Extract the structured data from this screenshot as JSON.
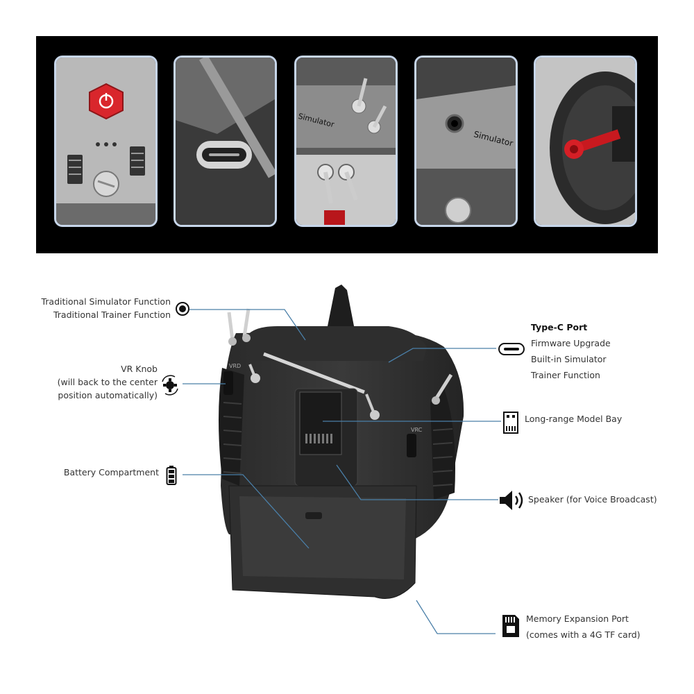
{
  "banner": {
    "tiles": [
      {
        "name": "power-button-tile",
        "label": ""
      },
      {
        "name": "type-c-port-tile",
        "label": ""
      },
      {
        "name": "switches-tile",
        "label": "Simulator"
      },
      {
        "name": "simulator-jack-tile",
        "label": "Simulator"
      },
      {
        "name": "gimbal-tile",
        "label": ""
      }
    ]
  },
  "callouts": {
    "left": [
      {
        "name": "simulator-trainer",
        "lines": [
          "Traditional Simulator Function",
          "Traditional Trainer Function"
        ],
        "icon": "audio-jack-icon"
      },
      {
        "name": "vr-knob",
        "lines": [
          "VR Knob",
          "(will back to the center",
          "position automatically)"
        ],
        "icon": "rotate-knob-icon"
      },
      {
        "name": "battery",
        "lines": [
          "Battery Compartment"
        ],
        "icon": "battery-icon"
      }
    ],
    "right": [
      {
        "name": "type-c",
        "title": "Type-C Port",
        "lines": [
          "Firmware Upgrade",
          "Built-in Simulator",
          "Trainer Function"
        ],
        "icon": "usb-c-icon"
      },
      {
        "name": "model-bay",
        "lines": [
          "Long-range Model Bay"
        ],
        "icon": "module-bay-icon"
      },
      {
        "name": "speaker",
        "lines": [
          "Speaker (for Voice Broadcast)"
        ],
        "icon": "speaker-icon"
      },
      {
        "name": "memory",
        "lines": [
          "Memory Expansion Port",
          "(comes with a 4G TF card)"
        ],
        "icon": "sd-card-icon"
      }
    ]
  },
  "device": {
    "vrd_label": "VRD",
    "vrc_label": "VRC"
  },
  "colors": {
    "leader": "#4a7fa8",
    "banner_bg": "#000000",
    "tile_border": "#c7d6ea",
    "power_red": "#d9262c"
  }
}
